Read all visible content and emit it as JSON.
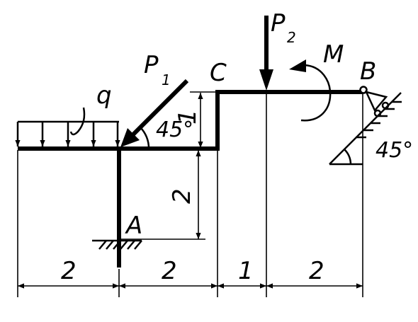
{
  "labels": {
    "q": "q",
    "p1": "P",
    "p1_sub": "1",
    "p2": "P",
    "p2_sub": "2",
    "m": "M",
    "a": "A",
    "b": "B",
    "c": "C"
  },
  "angles": {
    "p1_angle": "45°",
    "support_angle": "45°"
  },
  "dimensions": {
    "horizontal": [
      "2",
      "2",
      "1",
      "2"
    ],
    "vertical_lower": "2",
    "vertical_upper": "1"
  }
}
